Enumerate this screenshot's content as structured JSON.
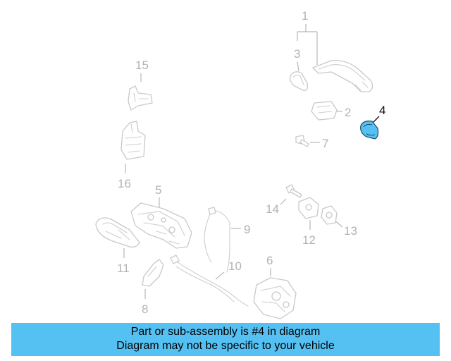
{
  "callouts": {
    "c1": "1",
    "c2": "2",
    "c3": "3",
    "c4": "4",
    "c5": "5",
    "c6": "6",
    "c7": "7",
    "c8": "8",
    "c9": "9",
    "c10": "10",
    "c11": "11",
    "c12": "12",
    "c13": "13",
    "c14": "14",
    "c15": "15",
    "c16": "16"
  },
  "highlighted_part": "4",
  "colors": {
    "highlight": "#55c1f3",
    "banner": "#55c1f3",
    "line_art": "#c9c9c9"
  },
  "banner": {
    "line1": "Part or sub-assembly is #4 in diagram",
    "line2": "Diagram may not be specific to your vehicle"
  }
}
